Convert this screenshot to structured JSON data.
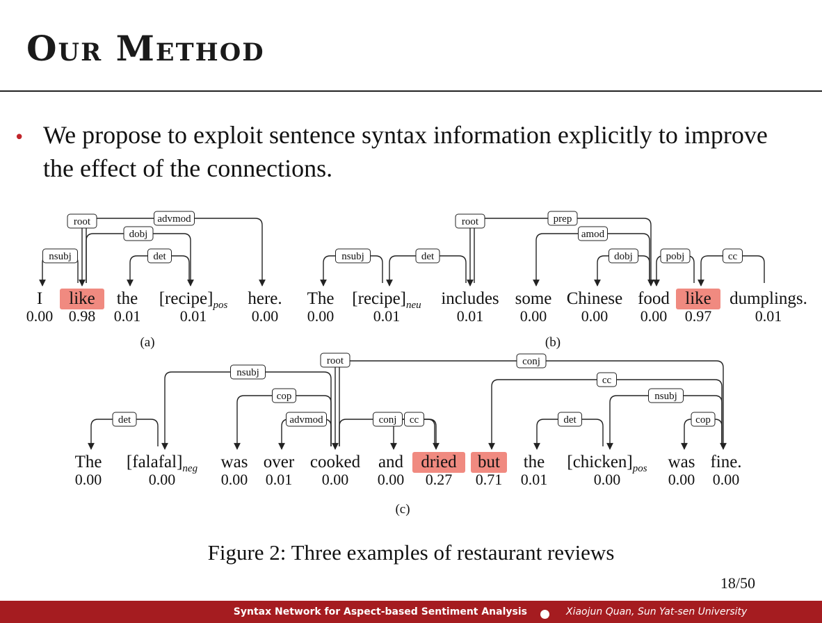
{
  "slide": {
    "title": "Our Method",
    "bullet": "We propose to exploit sentence syntax information explicitly to improve the effect of the connections.",
    "caption": "Figure 2: Three examples of restaurant reviews",
    "page": "18/50"
  },
  "footer": {
    "talk_title": "Syntax Network for Aspect-based Sentiment Analysis",
    "author": "Xiaojun Quan, Sun Yat-sen University"
  },
  "colors": {
    "highlight": "#f08a80",
    "footer_bg": "#a51c20",
    "bullet": "#c0252b"
  },
  "figures": [
    {
      "id": "a",
      "label": "(a)",
      "tokens": [
        {
          "text": "I",
          "sub": "",
          "score": "0.00"
        },
        {
          "text": "like",
          "sub": "",
          "score": "0.98",
          "hl": true
        },
        {
          "text": "the",
          "sub": "",
          "score": "0.01"
        },
        {
          "text": "[recipe]",
          "sub": "pos",
          "score": "0.01"
        },
        {
          "text": "here.",
          "sub": "",
          "score": "0.00"
        }
      ],
      "arcs": [
        {
          "label": "root",
          "root": true,
          "to": 1
        },
        {
          "label": "nsubj",
          "from": 1,
          "to": 0
        },
        {
          "label": "advmod",
          "from": 1,
          "to": 4
        },
        {
          "label": "dobj",
          "from": 1,
          "to": 3
        },
        {
          "label": "det",
          "from": 3,
          "to": 2
        }
      ]
    },
    {
      "id": "b",
      "label": "(b)",
      "tokens": [
        {
          "text": "The",
          "sub": "",
          "score": "0.00"
        },
        {
          "text": "[recipe]",
          "sub": "neu",
          "score": "0.01"
        },
        {
          "text": "includes",
          "sub": "",
          "score": "0.01"
        },
        {
          "text": "some",
          "sub": "",
          "score": "0.00"
        },
        {
          "text": "Chinese",
          "sub": "",
          "score": "0.00"
        },
        {
          "text": "food",
          "sub": "",
          "score": "0.00"
        },
        {
          "text": "like",
          "sub": "",
          "score": "0.97",
          "hl": true
        },
        {
          "text": "dumplings.",
          "sub": "",
          "score": "0.01"
        }
      ],
      "arcs": [
        {
          "label": "root",
          "root": true,
          "to": 2
        },
        {
          "label": "nsubj",
          "from": 1,
          "to": 0
        },
        {
          "label": "det",
          "from": 2,
          "to": 1
        },
        {
          "label": "prep",
          "from": 2,
          "to": 5
        },
        {
          "label": "amod",
          "from": 5,
          "to": 3
        },
        {
          "label": "dobj",
          "from": 5,
          "to": 4
        },
        {
          "label": "pobj",
          "from": 6,
          "to": 5
        },
        {
          "label": "cc",
          "from": 7,
          "to": 6
        }
      ]
    },
    {
      "id": "c",
      "label": "(c)",
      "tokens": [
        {
          "text": "The",
          "sub": "",
          "score": "0.00"
        },
        {
          "text": "[falafal]",
          "sub": "neg",
          "score": "0.00"
        },
        {
          "text": "was",
          "sub": "",
          "score": "0.00"
        },
        {
          "text": "over",
          "sub": "",
          "score": "0.01"
        },
        {
          "text": "cooked",
          "sub": "",
          "score": "0.00"
        },
        {
          "text": "and",
          "sub": "",
          "score": "0.00"
        },
        {
          "text": "dried",
          "sub": "",
          "score": "0.27",
          "hl": true
        },
        {
          "text": "but",
          "sub": "",
          "score": "0.71",
          "hl": true
        },
        {
          "text": "the",
          "sub": "",
          "score": "0.01"
        },
        {
          "text": "[chicken]",
          "sub": "pos",
          "score": "0.00"
        },
        {
          "text": "was",
          "sub": "",
          "score": "0.00"
        },
        {
          "text": "fine.",
          "sub": "",
          "score": "0.00"
        }
      ],
      "arcs": [
        {
          "label": "root",
          "root": true,
          "to": 4
        },
        {
          "label": "conj",
          "from": 4,
          "to": 11
        },
        {
          "label": "cc",
          "from": 11,
          "to": 7
        },
        {
          "label": "nsubj",
          "from": 11,
          "to": 9
        },
        {
          "label": "nsubj",
          "from": 4,
          "to": 1
        },
        {
          "label": "cop",
          "from": 4,
          "to": 2
        },
        {
          "label": "conj",
          "from": 4,
          "to": 6
        },
        {
          "label": "advmod",
          "from": 4,
          "to": 3
        },
        {
          "label": "det",
          "from": 1,
          "to": 0
        },
        {
          "label": "cc",
          "from": 6,
          "to": 5
        },
        {
          "label": "det",
          "from": 9,
          "to": 8
        },
        {
          "label": "cop",
          "from": 11,
          "to": 10
        }
      ]
    }
  ]
}
